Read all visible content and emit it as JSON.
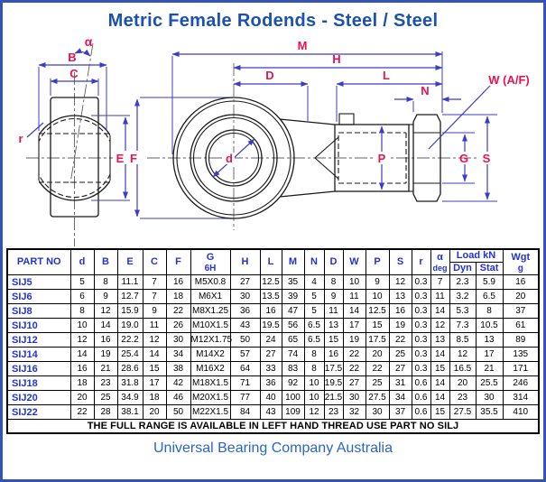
{
  "page": {
    "title": "Metric Female Rodends - Steel / Steel",
    "footer_note": "THE FULL RANGE IS AVAILABLE IN LEFT HAND THREAD  USE PART NO SILJ",
    "company": "Universal Bearing Company Australia"
  },
  "colors": {
    "title_blue": "#1a52ae",
    "table_blue": "#2433d0",
    "dimension_line_blue": "#3c3cc8",
    "dimension_label_red": "#ea1253",
    "drawing_black": "#1a1a1a",
    "page_border_blue": "#3353b5",
    "company_blue": "#2a65cb"
  },
  "drawing": {
    "labels": {
      "alpha": "α",
      "B": "B",
      "C": "C",
      "r": "r",
      "E": "E",
      "F": "F",
      "d": "d",
      "M": "M",
      "H": "H",
      "D": "D",
      "L": "L",
      "N": "N",
      "W": "W (A/F)",
      "P": "P",
      "G": "G",
      "S": "S"
    }
  },
  "table": {
    "header_cells": [
      {
        "t": "PART NO"
      },
      {
        "t": "d"
      },
      {
        "t": "B"
      },
      {
        "t": "E"
      },
      {
        "t": "C"
      },
      {
        "t": "F"
      },
      {
        "t": "G",
        "s": "6H"
      },
      {
        "t": "H"
      },
      {
        "t": "L"
      },
      {
        "t": "M"
      },
      {
        "t": "N"
      },
      {
        "t": "D"
      },
      {
        "t": "W"
      },
      {
        "t": "P"
      },
      {
        "t": "S"
      },
      {
        "t": "r"
      },
      {
        "t": "α",
        "s": "deg"
      },
      {
        "t": "Load kN",
        "group": [
          "Dyn",
          "Stat"
        ]
      },
      {
        "t": "Wgt",
        "s": "g"
      }
    ],
    "rows": [
      {
        "part": "SIJ5",
        "v": [
          "5",
          "8",
          "11.1",
          "7",
          "16",
          "M5X0.8",
          "27",
          "12.5",
          "35",
          "4",
          "8",
          "10",
          "9",
          "12",
          "0.3",
          "7",
          "2.3",
          "5.9",
          "16"
        ]
      },
      {
        "part": "SIJ6",
        "v": [
          "6",
          "9",
          "12.7",
          "7",
          "18",
          "M6X1",
          "30",
          "13.5",
          "39",
          "5",
          "9",
          "11",
          "10",
          "13",
          "0.3",
          "11",
          "3.2",
          "6.5",
          "20"
        ]
      },
      {
        "part": "SIJ8",
        "v": [
          "8",
          "12",
          "15.9",
          "9",
          "22",
          "M8X1.25",
          "36",
          "16",
          "47",
          "5",
          "11",
          "14",
          "12.5",
          "16",
          "0.3",
          "14",
          "5.3",
          "8",
          "37"
        ]
      },
      {
        "part": "SIJ10",
        "v": [
          "10",
          "14",
          "19.0",
          "11",
          "26",
          "M10X1.5",
          "43",
          "19.5",
          "56",
          "6.5",
          "13",
          "17",
          "15",
          "19",
          "0.3",
          "12",
          "7.3",
          "10.5",
          "61"
        ]
      },
      {
        "part": "SIJ12",
        "v": [
          "12",
          "16",
          "22.2",
          "12",
          "30",
          "M12X1.75",
          "50",
          "24",
          "65",
          "6.5",
          "15",
          "19",
          "17.5",
          "22",
          "0.3",
          "13",
          "8.5",
          "13",
          "89"
        ]
      },
      {
        "part": "SIJ14",
        "v": [
          "14",
          "19",
          "25.4",
          "14",
          "34",
          "M14X2",
          "57",
          "27",
          "74",
          "8",
          "16",
          "22",
          "20",
          "25",
          "0.3",
          "14",
          "12",
          "17",
          "135"
        ]
      },
      {
        "part": "SIJ16",
        "v": [
          "16",
          "21",
          "28.6",
          "15",
          "38",
          "M16X2",
          "64",
          "33",
          "83",
          "8",
          "17.5",
          "22",
          "22",
          "27",
          "0.3",
          "15",
          "16.5",
          "21",
          "171"
        ]
      },
      {
        "part": "SIJ18",
        "v": [
          "18",
          "23",
          "31.8",
          "17",
          "42",
          "M18X1.5",
          "71",
          "36",
          "92",
          "10",
          "19.5",
          "27",
          "25",
          "31",
          "0.6",
          "14",
          "20",
          "25.5",
          "246"
        ]
      },
      {
        "part": "SIJ20",
        "v": [
          "20",
          "25",
          "34.9",
          "18",
          "46",
          "M20X1.5",
          "77",
          "40",
          "100",
          "10",
          "21.5",
          "30",
          "27.5",
          "34",
          "0.6",
          "14",
          "23",
          "30",
          "314"
        ]
      },
      {
        "part": "SIJ22",
        "v": [
          "22",
          "28",
          "38.1",
          "20",
          "50",
          "M22X1.5",
          "84",
          "43",
          "109",
          "12",
          "23",
          "32",
          "30",
          "37",
          "0.6",
          "15",
          "27.5",
          "35.5",
          "410"
        ]
      }
    ]
  }
}
